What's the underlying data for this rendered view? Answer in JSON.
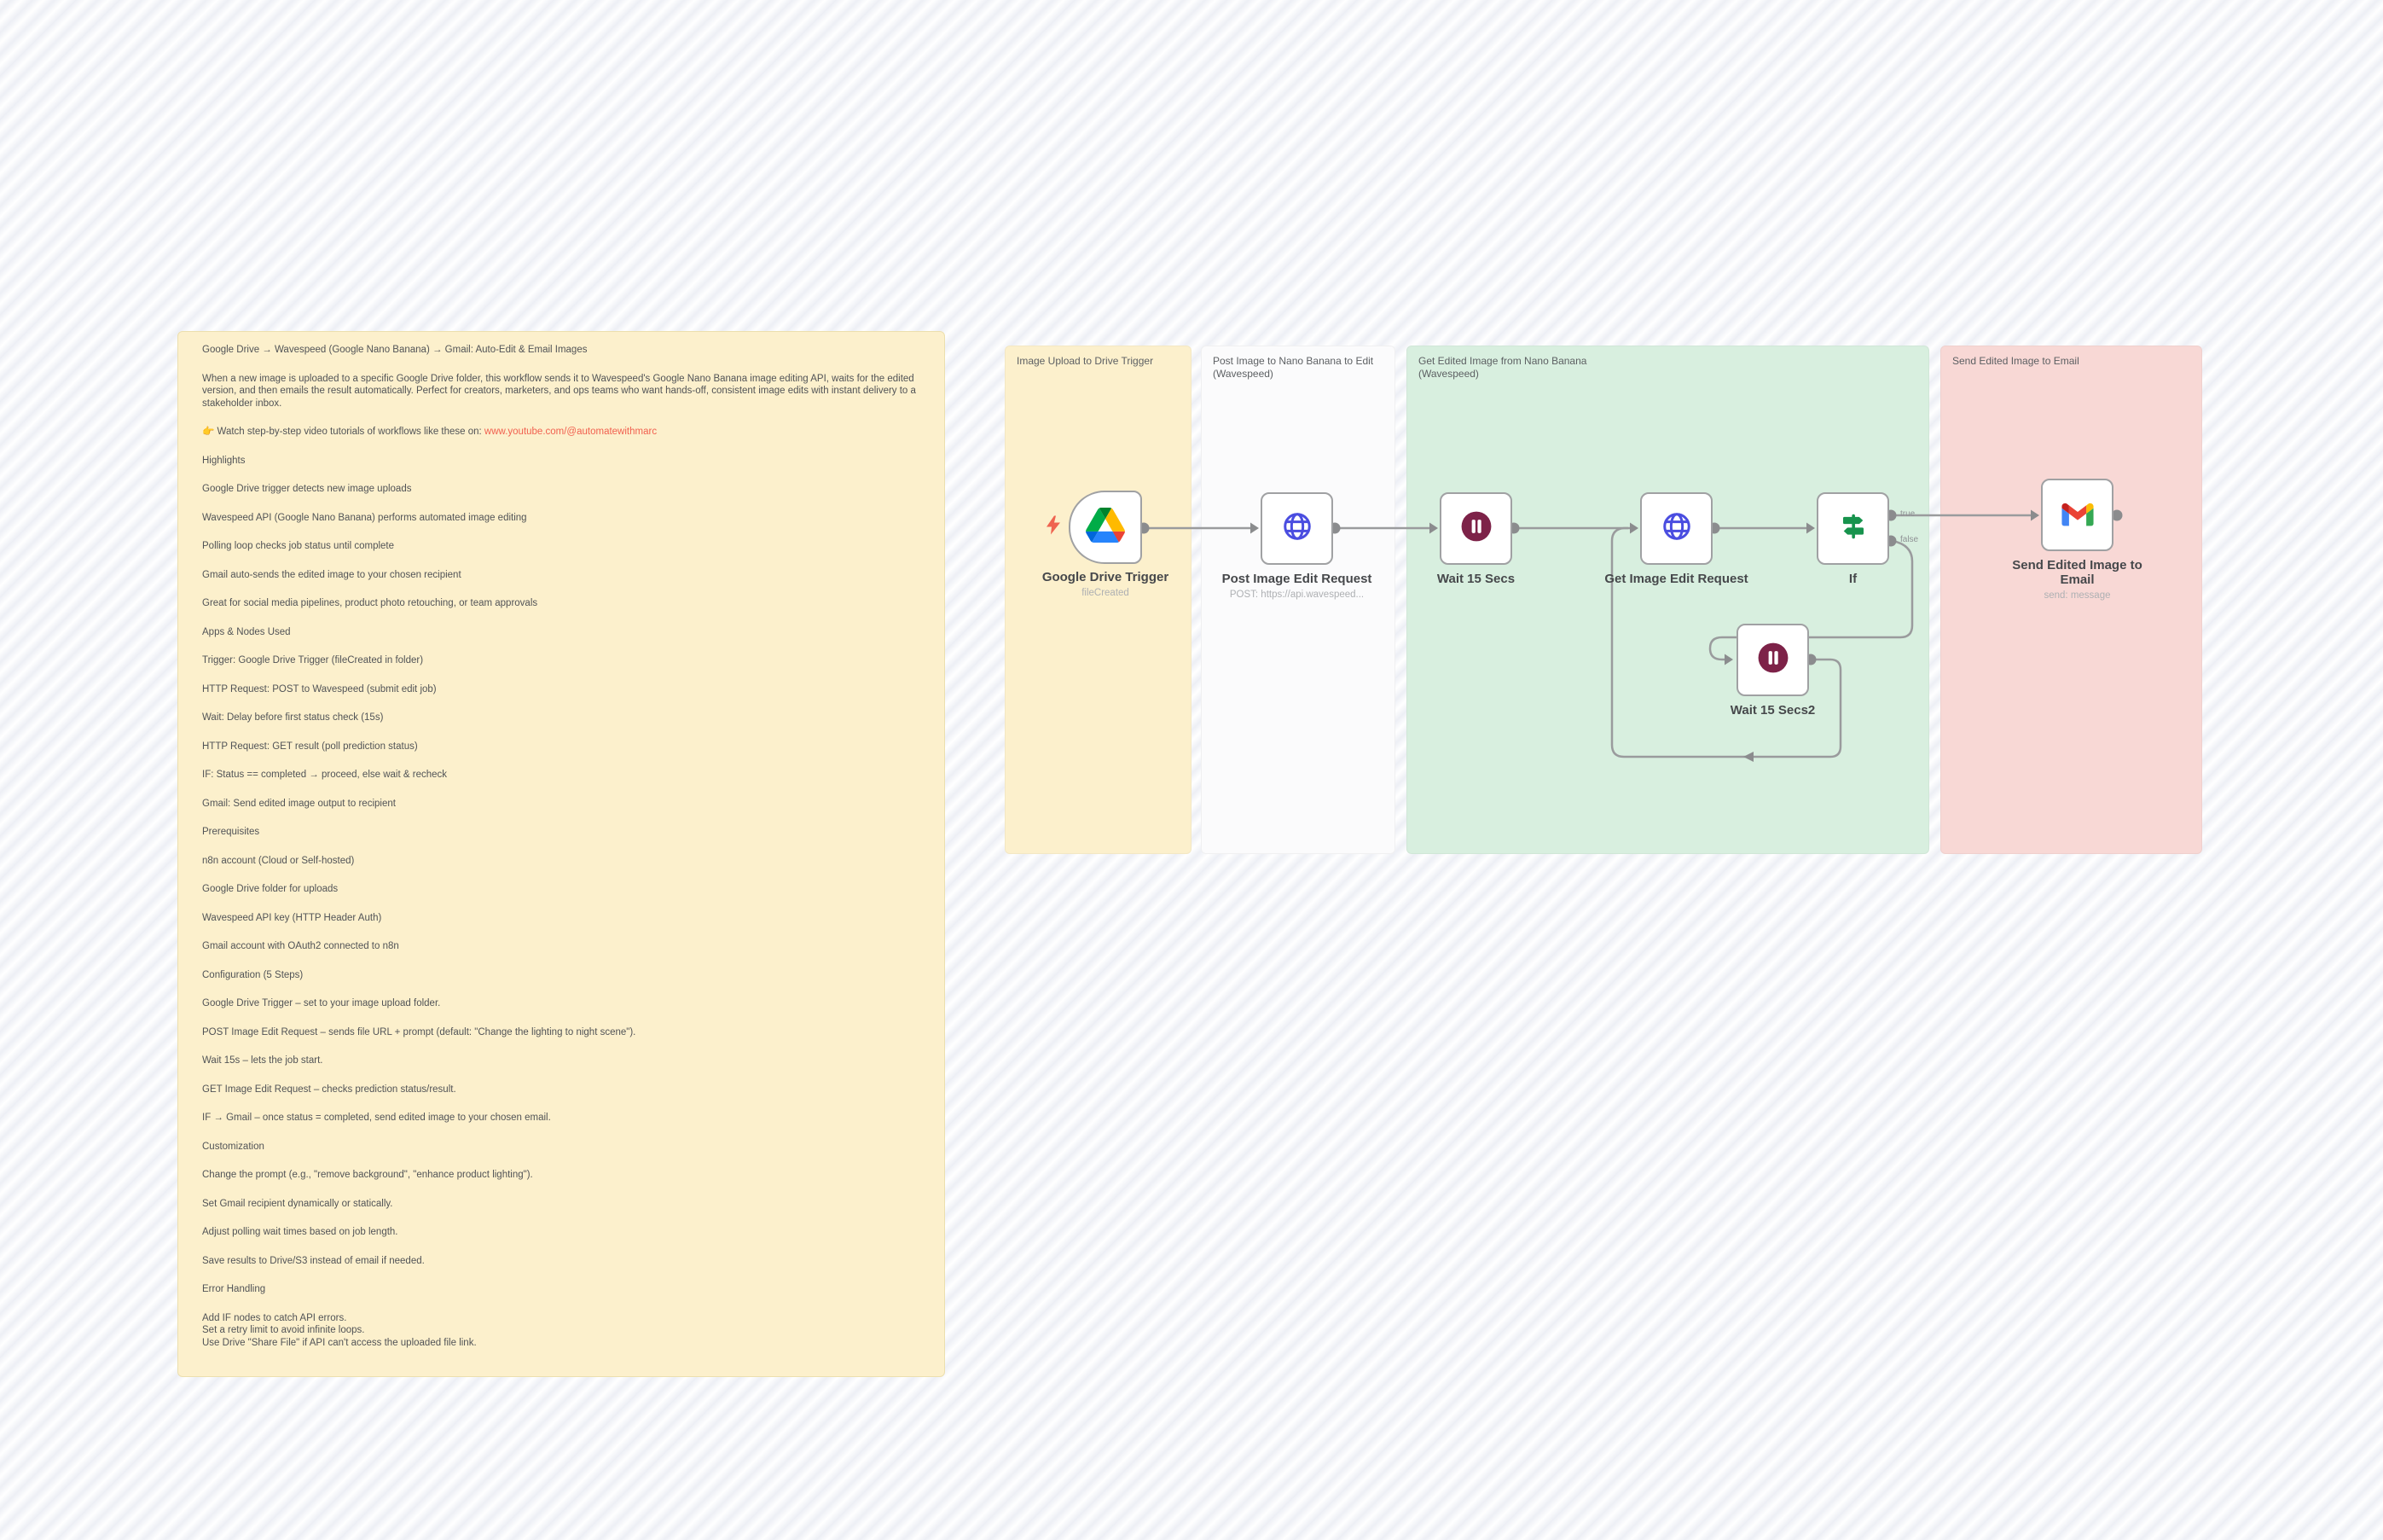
{
  "palette": {
    "canvas_stripe_light": "#ffffff",
    "canvas_stripe_dark": "#edeff5",
    "sticky_yellow": "#fcf0cc",
    "group_white": "#fbfbfc",
    "group_green": "#d8efdf",
    "group_red": "#f8d8d5",
    "link_red": "#f1604f",
    "wire_gray": "#9a9b9d",
    "http_icon_blue": "#4a4de0",
    "wait_icon_maroon": "#7d2248",
    "if_icon_green": "#17934d",
    "trigger_bolt_coral": "#ef6350"
  },
  "note": {
    "title": "Google Drive → Wavespeed (Google Nano Banana) → Gmail: Auto-Edit & Email Images",
    "intro": "When a new image is uploaded to a specific Google Drive folder, this workflow sends it to Wavespeed's Google Nano Banana image editing API, waits for the edited version, and then emails the result automatically. Perfect for creators, marketers, and ops teams who want hands-off, consistent image edits with instant delivery to a stakeholder inbox.",
    "cta_prefix": "👉 Watch step-by-step video tutorials of workflows like these on: ",
    "cta_link": "www.youtube.com/@automatewithmarc",
    "lines": [
      "Highlights",
      "Google Drive trigger detects new image uploads",
      "Wavespeed API (Google Nano Banana) performs automated image editing",
      "Polling loop checks job status until complete",
      "Gmail auto-sends the edited image to your chosen recipient",
      "Great for social media pipelines, product photo retouching, or team approvals",
      "Apps & Nodes Used",
      "Trigger: Google Drive Trigger (fileCreated in folder)",
      "HTTP Request: POST to Wavespeed (submit edit job)",
      "Wait: Delay before first status check (15s)",
      "HTTP Request: GET result (poll prediction status)",
      "IF: Status == completed → proceed, else wait & recheck",
      "Gmail: Send edited image output to recipient",
      "Prerequisites",
      "n8n account (Cloud or Self-hosted)",
      "Google Drive folder for uploads",
      "Wavespeed API key (HTTP Header Auth)",
      "Gmail account with OAuth2 connected to n8n",
      "Configuration (5 Steps)",
      "Google Drive Trigger – set to your image upload folder.",
      "POST Image Edit Request – sends file URL + prompt (default: \"Change the lighting to night scene\").",
      "Wait 15s – lets the job start.",
      "GET Image Edit Request – checks prediction status/result.",
      "IF → Gmail – once status = completed, send edited image to your chosen email.",
      "Customization",
      "Change the prompt (e.g., \"remove background\", \"enhance product lighting\").",
      "Set Gmail recipient dynamically or statically.",
      "Adjust polling wait times based on job length.",
      "Save results to Drive/S3 instead of email if needed.",
      "Error Handling",
      "Add IF nodes to catch API errors.\nSet a retry limit to avoid infinite loops.\nUse Drive \"Share File\" if API can't access the uploaded file link."
    ]
  },
  "groups": {
    "upload": {
      "label": "Image Upload to Drive Trigger"
    },
    "post": {
      "label": "Post Image to Nano Banana to Edit (Wavespeed)"
    },
    "get": {
      "label": "Get Edited Image from Nano Banana (Wavespeed)"
    },
    "send": {
      "label": "Send Edited Image to Email"
    }
  },
  "nodes": {
    "drive": {
      "title": "Google Drive Trigger",
      "subtitle": "fileCreated"
    },
    "post": {
      "title": "Post Image Edit Request",
      "subtitle": "POST: https://api.wavespeed..."
    },
    "wait1": {
      "title": "Wait 15 Secs",
      "subtitle": ""
    },
    "get": {
      "title": "Get Image Edit Request",
      "subtitle": ""
    },
    "if": {
      "title": "If",
      "subtitle": ""
    },
    "wait2": {
      "title": "Wait 15 Secs2",
      "subtitle": ""
    },
    "gmail": {
      "title": "Send Edited Image to Email",
      "subtitle": "send: message"
    }
  },
  "connections": {
    "true_label": "true",
    "false_label": "false"
  }
}
